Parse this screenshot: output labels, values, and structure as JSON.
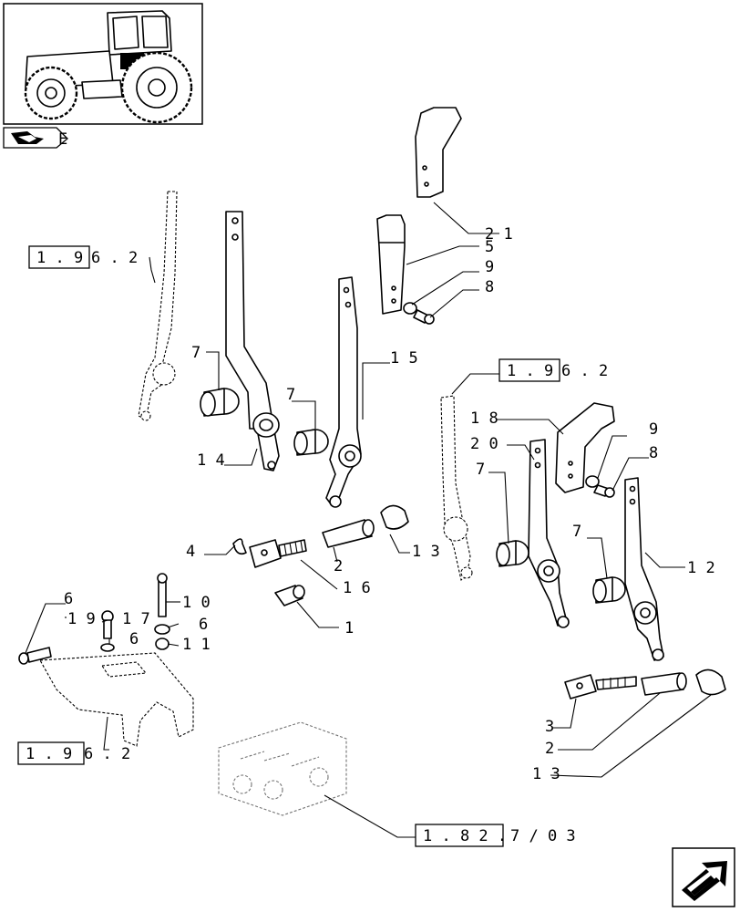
{
  "header": {
    "thumbnail_icon": "tractor-icon",
    "nav_icon": "page-turn-icon",
    "nav_letter": "E"
  },
  "refs": {
    "r1": {
      "boxed": "1 . 9",
      "rest": "6 . 2"
    },
    "r2": {
      "boxed": "1 . 9",
      "rest": "6 . 2"
    },
    "r3": {
      "boxed": "1 . 9",
      "rest": "6 . 2"
    },
    "r4": {
      "boxed": "1 . 8 2 .",
      "rest": "7 / 0 3"
    }
  },
  "labels": {
    "l21": "2 1",
    "l5": "5",
    "l9a": "9",
    "l8a": "8",
    "l15": "1 5",
    "l7a": "7",
    "l7b": "7",
    "l14": "1 4",
    "l18": "1 8",
    "l20": "2 0",
    "l9b": "9",
    "l8b": "8",
    "l7c": "7",
    "l7d": "7",
    "l12": "1 2",
    "l4": "4",
    "l2a": "2",
    "l13a": "1 3",
    "l16": "1 6",
    "l1": "1",
    "l10": "1 0",
    "l6a": "6",
    "l19": "1 9",
    "l17": "1 7",
    "l6b": "6",
    "l6c": "6",
    "l11": "1 1",
    "l3": "3",
    "l2b": "2",
    "l13b": "1 3"
  },
  "footer": {
    "next_icon": "next-page-arrow-icon"
  }
}
